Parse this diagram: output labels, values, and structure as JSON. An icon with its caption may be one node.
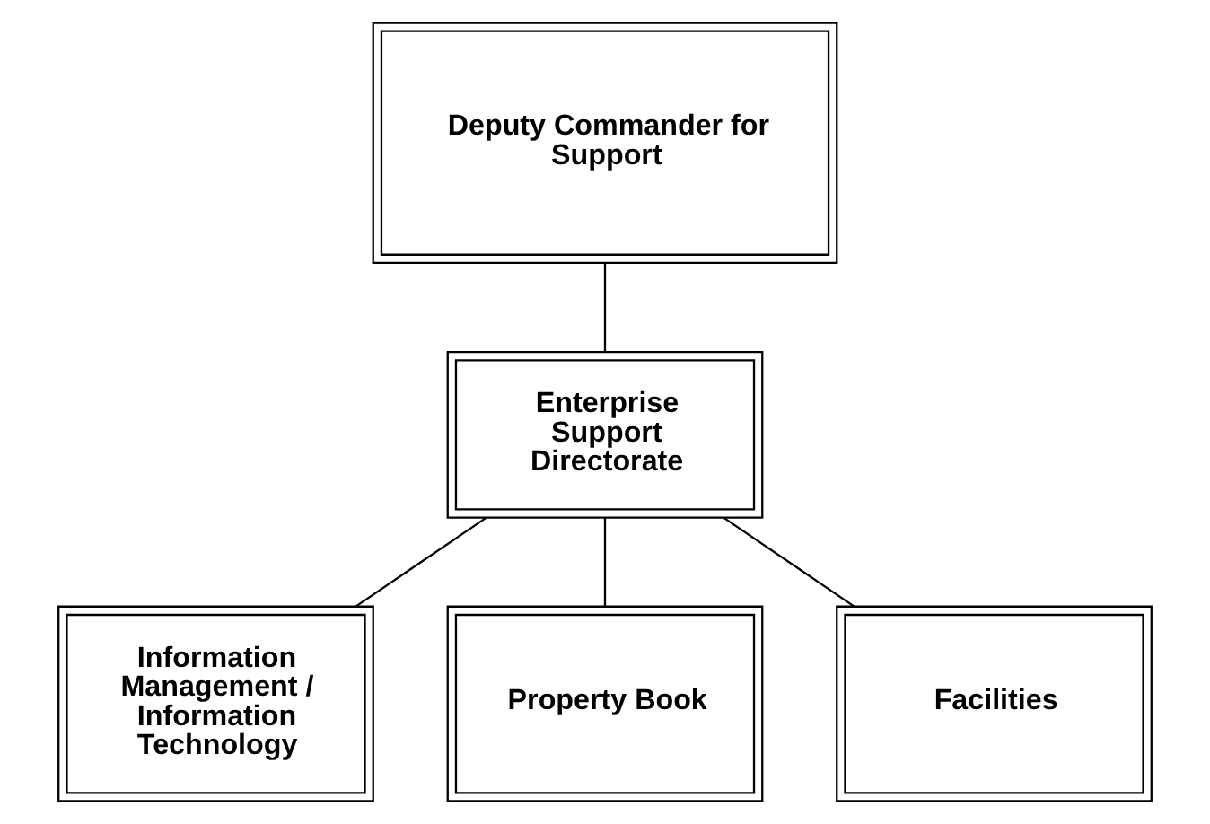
{
  "diagram": {
    "nodes": [
      {
        "text": [
          "Deputy Commander for Support"
        ]
      },
      {
        "text": [
          "Enterprise Support Directorate"
        ]
      },
      {
        "text": [
          "Information Management / Information Technology"
        ]
      },
      {
        "text": [
          "Property Book"
        ]
      },
      {
        "text": [
          "Facilities"
        ]
      }
    ],
    "edges": [
      {
        "from": 0,
        "to": 1,
        "arrow": "none"
      },
      {
        "from": 1,
        "to": 2,
        "arrow": "none"
      },
      {
        "from": 1,
        "to": 3,
        "arrow": "none"
      },
      {
        "from": 1,
        "to": 4,
        "arrow": "none"
      }
    ]
  }
}
